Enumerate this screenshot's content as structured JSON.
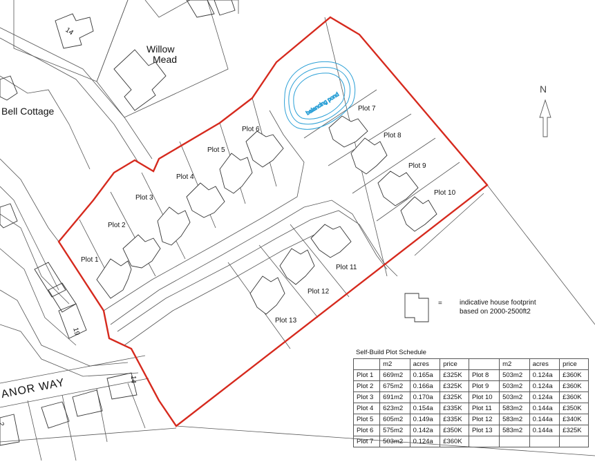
{
  "map": {
    "places": {
      "willow_line1": "Willow",
      "willow_line2": "Mead",
      "bell_cottage": "Bell Cottage",
      "street": "ANOR WAY"
    },
    "house_numbers": [
      "14",
      "19",
      "14",
      "2"
    ],
    "pond_label": "balancing pond",
    "north_label": "N",
    "plots": [
      "Plot 1",
      "Plot 2",
      "Plot 3",
      "Plot 4",
      "Plot 5",
      "Plot 6",
      "Plot 7",
      "Plot 8",
      "Plot 9",
      "Plot 10",
      "Plot 11",
      "Plot 12",
      "Plot 13"
    ],
    "legend": {
      "equals": "=",
      "line1": "indicative house footprint",
      "line2": "based on  2000-2500ft2"
    },
    "colors": {
      "boundary": "#d62a1e",
      "pond": "#2a9fd6",
      "linework": "#555555"
    }
  },
  "schedule": {
    "title": "Self-Build Plot Schedule",
    "headers": [
      "",
      "m2",
      "acres",
      "price",
      "",
      "m2",
      "acres",
      "price"
    ],
    "rows": [
      [
        "Plot 1",
        "669m2",
        "0.165a",
        "£325K",
        "Plot 8",
        "503m2",
        "0.124a",
        "£360K"
      ],
      [
        "Plot 2",
        "675m2",
        "0.166a",
        "£325K",
        "Plot 9",
        "503m2",
        "0.124a",
        "£360K"
      ],
      [
        "Plot 3",
        "691m2",
        "0.170a",
        "£325K",
        "Plot 10",
        "503m2",
        "0.124a",
        "£360K"
      ],
      [
        "Plot 4",
        "623m2",
        "0.154a",
        "£335K",
        "Plot 11",
        "583m2",
        "0.144a",
        "£350K"
      ],
      [
        "Plot 5",
        "605m2",
        "0.149a",
        "£335K",
        "Plot 12",
        "583m2",
        "0.144a",
        "£340K"
      ],
      [
        "Plot 6",
        "575m2",
        "0.142a",
        "£350K",
        "Plot 13",
        "583m2",
        "0.144a",
        "£325K"
      ],
      [
        "Plot 7",
        "503m2",
        "0.124a",
        "£360K",
        "",
        "",
        "",
        ""
      ]
    ]
  }
}
